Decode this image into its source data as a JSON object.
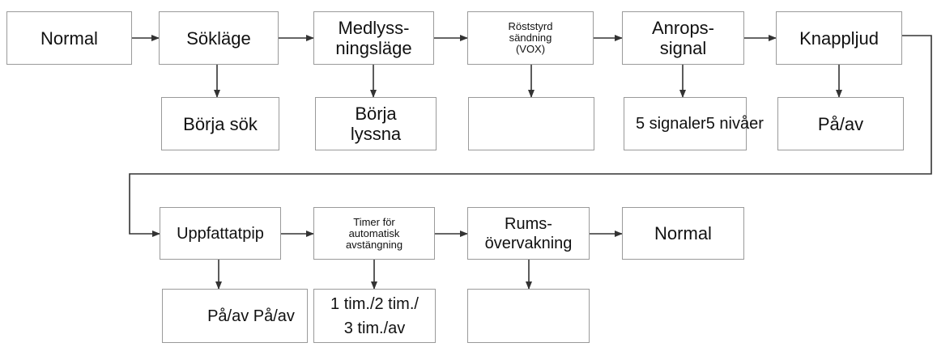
{
  "modes": [
    {
      "id": "normal_1",
      "label": "Normal"
    },
    {
      "id": "search_mode",
      "label": "Sökläge"
    },
    {
      "id": "listen_mode",
      "label": "Medlyss-\nningsläge"
    },
    {
      "id": "vox",
      "label": "Röststyrd\nsändning\n(VOX)"
    },
    {
      "id": "call_signal",
      "label": "Anrops-\nsignal"
    },
    {
      "id": "key_sound",
      "label": "Knappljud"
    },
    {
      "id": "ack_beep",
      "label": "Uppfattatpip"
    },
    {
      "id": "auto_off_timer",
      "label": "Timer för\nautomatisk\navstängning"
    },
    {
      "id": "room_monitor",
      "label": "Rums-\növervakning"
    },
    {
      "id": "normal_2",
      "label": "Normal"
    }
  ],
  "options": [
    {
      "id": "start_search",
      "label": "Börja sök"
    },
    {
      "id": "start_listen",
      "label": "Börja\nlyssna"
    },
    {
      "id": "vox_option",
      "label": ""
    },
    {
      "id": "signals_levels",
      "label": "5 signaler5 nivåer"
    },
    {
      "id": "key_sound_toggle",
      "label": "På/av"
    },
    {
      "id": "ack_beep_toggle",
      "label": "På/av På/av"
    },
    {
      "id": "timer_options",
      "label": "1 tim./2 tim./\n3 tim./av"
    },
    {
      "id": "room_monitor_option",
      "label": ""
    }
  ]
}
